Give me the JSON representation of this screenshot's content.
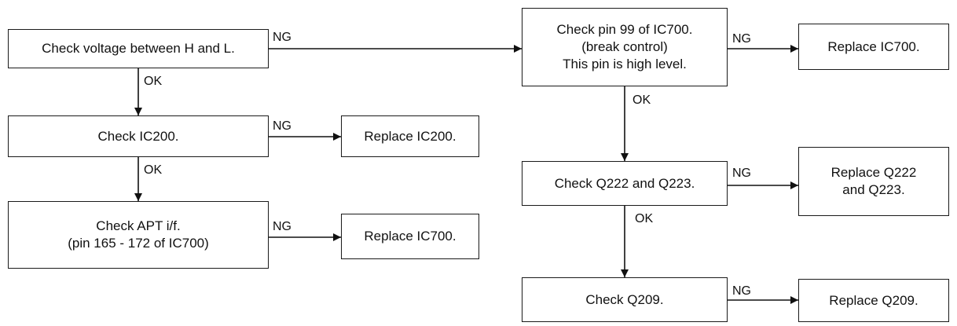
{
  "nodes": {
    "check_voltage": "Check voltage between H and L.",
    "check_ic200": "Check IC200.",
    "replace_ic200": "Replace IC200.",
    "check_apt": "Check APT i/f.\n(pin 165 - 172 of IC700)",
    "replace_ic700_apt": "Replace IC700.",
    "check_pin99": "Check pin 99 of IC700.\n(break control)\nThis pin is high level.",
    "replace_ic700_pin99": "Replace IC700.",
    "check_q222": "Check Q222 and Q223.",
    "replace_q222": "Replace Q222\nand Q223.",
    "check_q209": "Check Q209.",
    "replace_q209": "Replace Q209."
  },
  "edge_labels": {
    "voltage_ng": "NG",
    "voltage_ok": "OK",
    "ic200_ng": "NG",
    "ic200_ok": "OK",
    "apt_ng": "NG",
    "pin99_ng": "NG",
    "pin99_ok": "OK",
    "q222_ng": "NG",
    "q222_ok": "OK",
    "q209_ng": "NG"
  }
}
